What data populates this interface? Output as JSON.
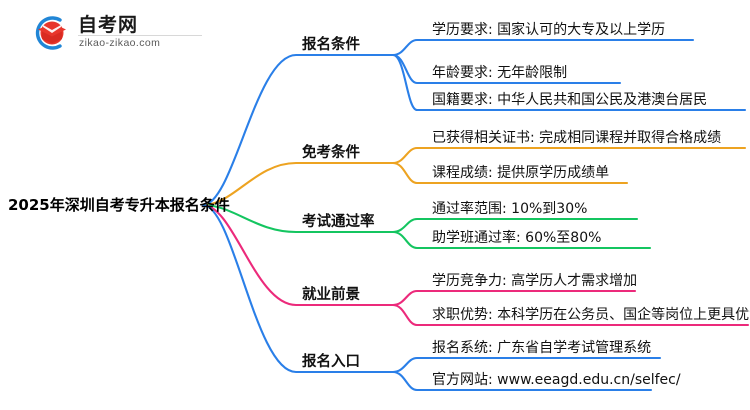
{
  "logo": {
    "name": "zikao-logo",
    "title": "自考网",
    "subtitle": "zikao-zikao.com",
    "mark_ring_color": "#2186d6",
    "mark_cap_color": "#e8362c"
  },
  "mindmap": {
    "root": {
      "label": "2025年深圳自考专升本报名条件"
    },
    "branches": [
      {
        "label": "报名条件",
        "color": "#2a7fe8",
        "leaves": [
          "学历要求: 国家认可的大专及以上学历",
          "年龄要求: 无年龄限制",
          "国籍要求: 中华人民共和国公民及港澳台居民"
        ]
      },
      {
        "label": "免考条件",
        "color": "#eda321",
        "leaves": [
          "已获得相关证书: 完成相同课程并取得合格成绩",
          "课程成绩: 提供原学历成绩单"
        ]
      },
      {
        "label": "考试通过率",
        "color": "#14c560",
        "leaves": [
          "通过率范围: 10%到30%",
          "助学班通过率: 60%至80%"
        ]
      },
      {
        "label": "就业前景",
        "color": "#ec2a7b",
        "leaves": [
          "学历竞争力: 高学历人才需求增加",
          "求职优势: 本科学历在公务员、国企等岗位上更具优势"
        ]
      },
      {
        "label": "报名入口",
        "color": "#2a7fe8",
        "leaves": [
          "报名系统: 广东省自学考试管理系统",
          "官方网站: www.eeagd.edu.cn/selfec/"
        ]
      }
    ]
  }
}
